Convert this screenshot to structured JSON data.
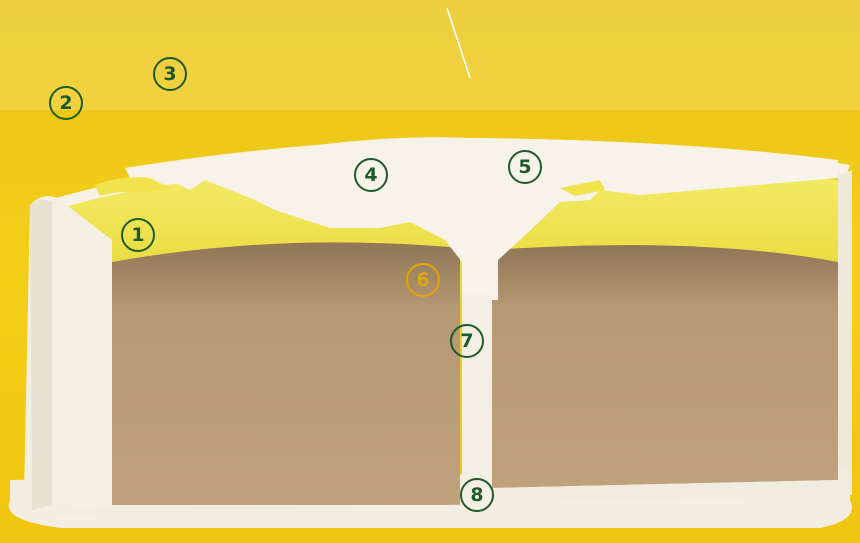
{
  "colors": {
    "background": "#f2cc1a",
    "shell": "#f5f1e6",
    "lining": "#efe14a",
    "filling": "#b89a72",
    "marker_green": "#1f5a2a",
    "marker_gold": "#e0a800"
  },
  "markers": [
    {
      "id": "1",
      "label": "1",
      "style": "green"
    },
    {
      "id": "2",
      "label": "2",
      "style": "green"
    },
    {
      "id": "3",
      "label": "3",
      "style": "green"
    },
    {
      "id": "4",
      "label": "4",
      "style": "green"
    },
    {
      "id": "5",
      "label": "5",
      "style": "green"
    },
    {
      "id": "6",
      "label": "6",
      "style": "gold"
    },
    {
      "id": "7",
      "label": "7",
      "style": "green"
    },
    {
      "id": "8",
      "label": "8",
      "style": "green"
    }
  ]
}
